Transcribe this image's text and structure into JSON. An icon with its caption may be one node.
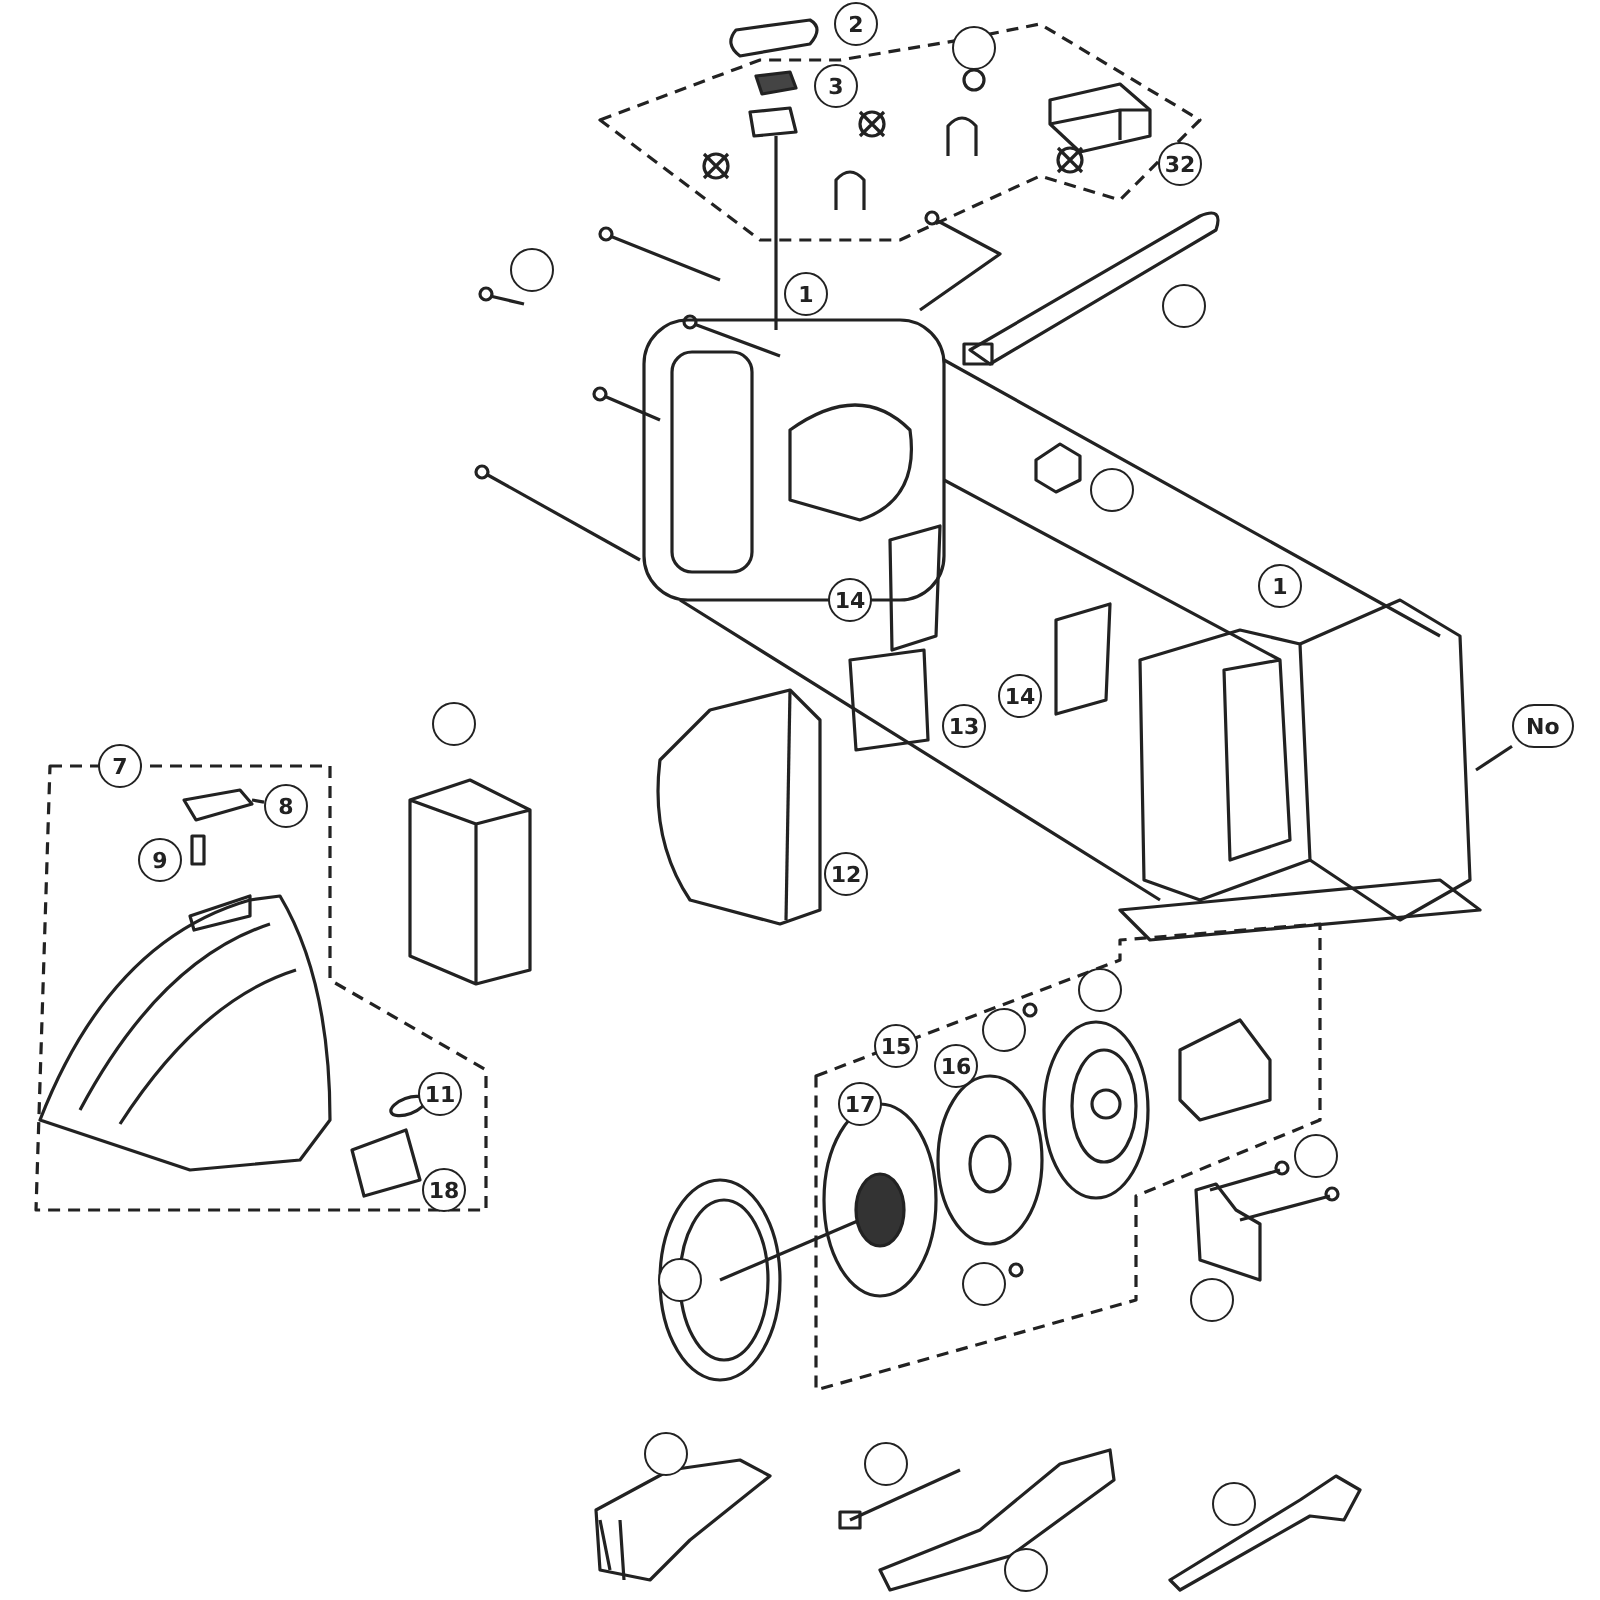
{
  "diagram": {
    "nodes": [
      {
        "text": [
          "2"
        ]
      },
      {
        "text": [
          "3"
        ]
      },
      {
        "text": [],
        "shape": "circle"
      },
      {
        "text": [
          "32"
        ]
      },
      {
        "text": [],
        "shape": "circle"
      },
      {
        "text": [
          "1"
        ]
      },
      {
        "text": [],
        "shape": "circle"
      },
      {
        "text": [],
        "shape": "circle"
      },
      {
        "text": [
          "14"
        ]
      },
      {
        "text": [
          "1"
        ]
      },
      {
        "text": [
          "14"
        ]
      },
      {
        "text": [
          "13"
        ]
      },
      {
        "text": [
          "No"
        ]
      },
      {
        "text": [
          "7"
        ]
      },
      {
        "text": [],
        "shape": "circle"
      },
      {
        "text": [
          "8"
        ]
      },
      {
        "text": [
          "9"
        ]
      },
      {
        "text": [
          "12"
        ]
      },
      {
        "text": [],
        "shape": "circle"
      },
      {
        "text": [],
        "shape": "circle"
      },
      {
        "text": [
          "15"
        ]
      },
      {
        "text": [
          "16"
        ]
      },
      {
        "text": [
          "17"
        ]
      },
      {
        "text": [
          "11"
        ]
      },
      {
        "text": [],
        "shape": "circle"
      },
      {
        "text": [
          "18"
        ]
      },
      {
        "text": [],
        "shape": "circle"
      },
      {
        "text": [],
        "shape": "circle"
      },
      {
        "text": [],
        "shape": "circle"
      },
      {
        "text": [],
        "shape": "circle"
      },
      {
        "text": [],
        "shape": "circle"
      },
      {
        "text": [],
        "shape": "circle"
      },
      {
        "text": [],
        "shape": "circle"
      }
    ],
    "edges": [
      {
        "from": 15,
        "to": null,
        "arrow": "none"
      },
      {
        "from": 12,
        "to": null,
        "arrow": "none"
      }
    ]
  }
}
